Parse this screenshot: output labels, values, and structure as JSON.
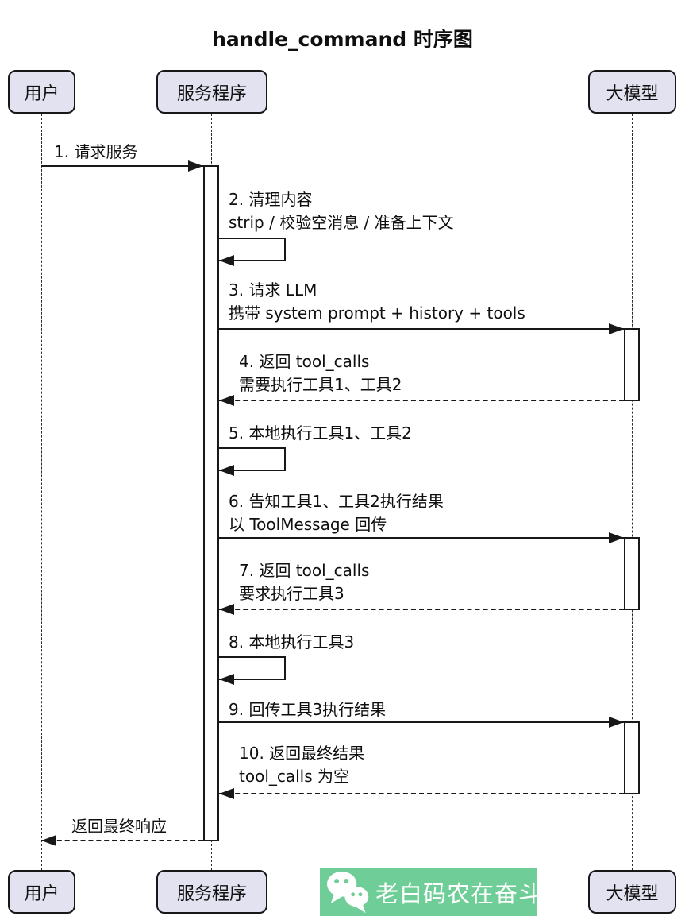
{
  "title": "handle_command 时序图",
  "participants": [
    {
      "id": "user",
      "label": "用户"
    },
    {
      "id": "service",
      "label": "服务程序"
    },
    {
      "id": "llm",
      "label": "大模型"
    }
  ],
  "messages": [
    {
      "kind": "solid",
      "from": "用户",
      "to": "服务程序",
      "lines": [
        "1. 请求服务"
      ]
    },
    {
      "kind": "self",
      "from": "服务程序",
      "to": "服务程序",
      "lines": [
        "2. 清理内容",
        "strip / 校验空消息 / 准备上下文"
      ]
    },
    {
      "kind": "solid",
      "from": "服务程序",
      "to": "大模型",
      "lines": [
        "3. 请求 LLM",
        "携带 system prompt + history + tools"
      ]
    },
    {
      "kind": "dashed",
      "from": "大模型",
      "to": "服务程序",
      "lines": [
        "4. 返回 tool_calls",
        "需要执行工具1、工具2"
      ]
    },
    {
      "kind": "self",
      "from": "服务程序",
      "to": "服务程序",
      "lines": [
        "5. 本地执行工具1、工具2"
      ]
    },
    {
      "kind": "solid",
      "from": "服务程序",
      "to": "大模型",
      "lines": [
        "6. 告知工具1、工具2执行结果",
        "以 ToolMessage 回传"
      ]
    },
    {
      "kind": "dashed",
      "from": "大模型",
      "to": "服务程序",
      "lines": [
        "7. 返回 tool_calls",
        "要求执行工具3"
      ]
    },
    {
      "kind": "self",
      "from": "服务程序",
      "to": "服务程序",
      "lines": [
        "8. 本地执行工具3"
      ]
    },
    {
      "kind": "solid",
      "from": "服务程序",
      "to": "大模型",
      "lines": [
        "9. 回传工具3执行结果"
      ]
    },
    {
      "kind": "dashed",
      "from": "大模型",
      "to": "服务程序",
      "lines": [
        "10. 返回最终结果",
        "tool_calls 为空"
      ]
    },
    {
      "kind": "dashed",
      "from": "服务程序",
      "to": "用户",
      "lines": [
        "返回最终响应"
      ]
    }
  ],
  "watermark": {
    "icon": "wechat-icon",
    "text": "老白码农在奋斗",
    "bg_color": "#6FCE97"
  },
  "colors": {
    "background": "#FFFFFF",
    "participant_fill": "#E2E2F0",
    "line": "#181818",
    "watermark_green": "#6FCE97",
    "watermark_text": "#FFFFFF"
  }
}
